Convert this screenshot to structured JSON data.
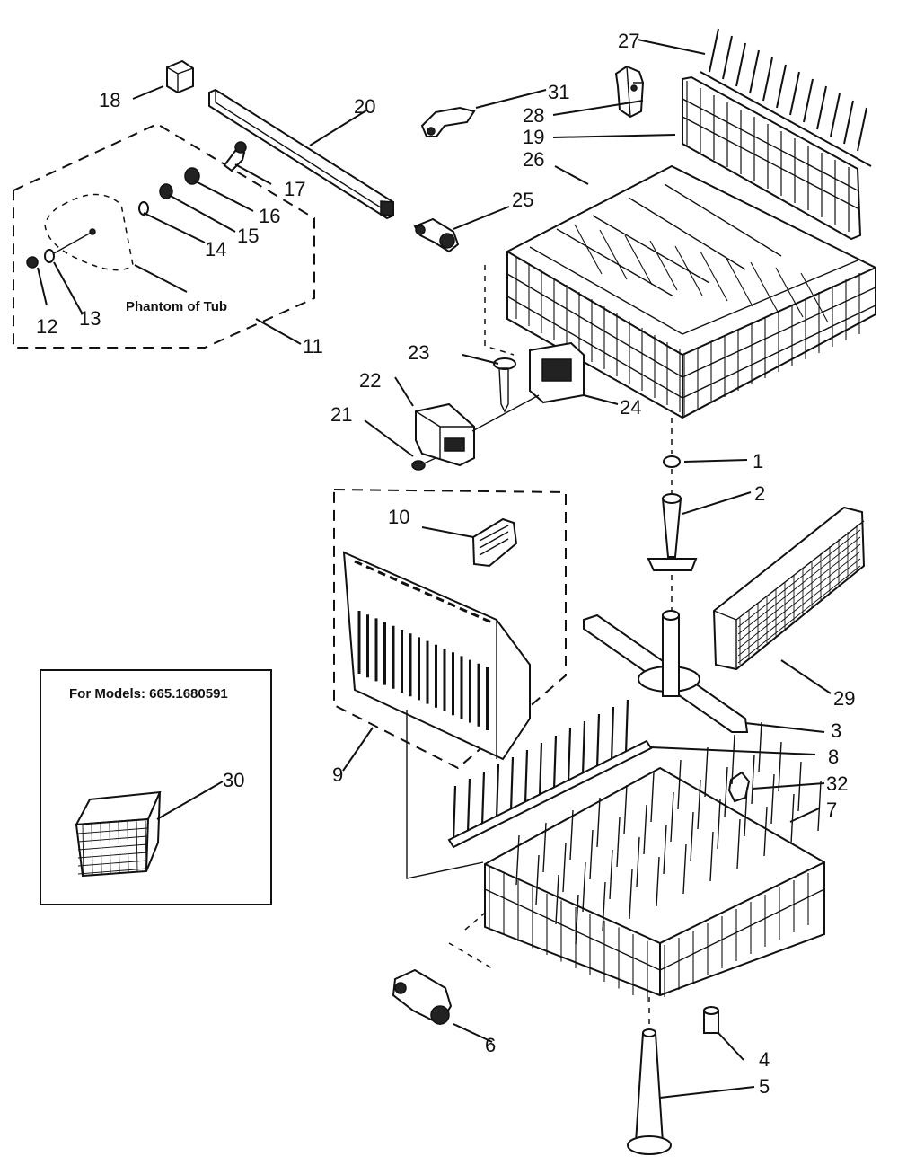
{
  "diagram": {
    "callouts": [
      "1",
      "2",
      "3",
      "4",
      "5",
      "6",
      "7",
      "8",
      "9",
      "10",
      "11",
      "12",
      "13",
      "14",
      "15",
      "16",
      "17",
      "18",
      "19",
      "20",
      "21",
      "22",
      "23",
      "24",
      "25",
      "26",
      "27",
      "28",
      "29",
      "30",
      "31",
      "32"
    ],
    "phantom_label": "Phantom of Tub",
    "models_label": "For Models: 665.1680591"
  }
}
